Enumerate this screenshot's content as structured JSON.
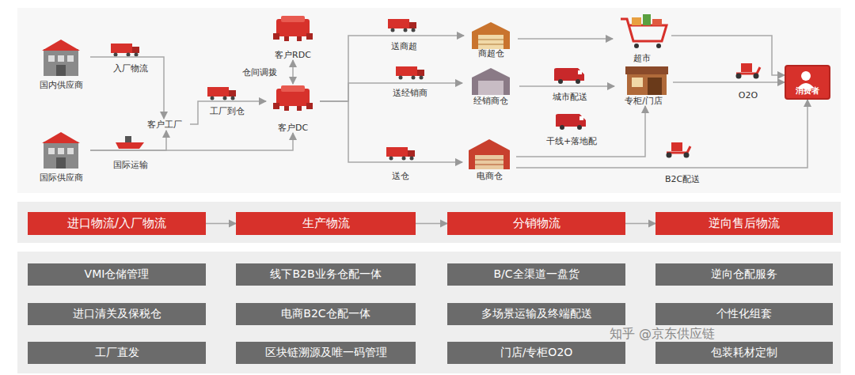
{
  "diagram": {
    "nodes": [
      {
        "text": [
          "国内供应商"
        ]
      },
      {
        "text": [
          "客户RDC"
        ]
      },
      {
        "text": [
          "客户工厂"
        ]
      },
      {
        "text": [
          "客户DC"
        ]
      },
      {
        "text": [
          "国际供应商"
        ]
      },
      {
        "text": [
          "商超仓"
        ]
      },
      {
        "text": [
          "经销商仓"
        ]
      },
      {
        "text": [
          "电商仓"
        ]
      },
      {
        "text": [
          "超市"
        ]
      },
      {
        "text": [
          "专柜/门店"
        ]
      },
      {
        "text": [
          "消费者"
        ]
      },
      {
        "text": [
          "进口物流/入厂物流"
        ]
      },
      {
        "text": [
          "生产物流"
        ]
      },
      {
        "text": [
          "分销物流"
        ]
      },
      {
        "text": [
          "逆向售后物流"
        ]
      },
      {
        "text": [
          "VMI仓储管理"
        ]
      },
      {
        "text": [
          "线下B2B业务仓配一体"
        ]
      },
      {
        "text": [
          "B/C全渠道一盘货"
        ]
      },
      {
        "text": [
          "逆向仓配服务"
        ]
      },
      {
        "text": [
          "进口清关及保税仓"
        ]
      },
      {
        "text": [
          "电商B2C仓配一体"
        ]
      },
      {
        "text": [
          "多场景运输及终端配送"
        ]
      },
      {
        "text": [
          "个性化组套"
        ]
      },
      {
        "text": [
          "工厂直发"
        ]
      },
      {
        "text": [
          "区块链溯源及唯一码管理"
        ]
      },
      {
        "text": [
          "门店/专柜O2O"
        ]
      },
      {
        "text": [
          "包装耗材定制"
        ]
      }
    ],
    "edges": [
      {
        "from": 0,
        "to": 2,
        "label": "入厂物流",
        "arrow": "to"
      },
      {
        "from": 4,
        "to": 2,
        "label": "国际运输",
        "arrow": "to"
      },
      {
        "from": 4,
        "to": 3,
        "arrow": "to"
      },
      {
        "from": 2,
        "to": 3,
        "label": "工厂到仓",
        "arrow": "to"
      },
      {
        "from": 1,
        "to": 3,
        "label": "仓间调拨",
        "arrow": "both"
      },
      {
        "from": 3,
        "to": 5,
        "label": "送商超",
        "arrow": "to"
      },
      {
        "from": 3,
        "to": 6,
        "label": "送经销商",
        "arrow": "to"
      },
      {
        "from": 3,
        "to": 7,
        "label": "送仓",
        "arrow": "to"
      },
      {
        "from": 5,
        "to": 8,
        "arrow": "to"
      },
      {
        "from": 6,
        "to": 9,
        "label": "城市配送",
        "arrow": "to"
      },
      {
        "from": 7,
        "to": 9,
        "label": "干线+落地配",
        "arrow": "to"
      },
      {
        "from": 7,
        "to": 10,
        "label": "B2C配送",
        "arrow": "to"
      },
      {
        "from": 8,
        "to": 10,
        "arrow": "to"
      },
      {
        "from": 9,
        "to": 10,
        "label": "O2O",
        "arrow": "to"
      },
      {
        "from": 11,
        "to": 12,
        "arrow": "to"
      },
      {
        "from": 12,
        "to": 13,
        "arrow": "to"
      },
      {
        "from": 13,
        "to": 14,
        "arrow": "to"
      }
    ],
    "labels": [
      "知乎 @京东供应链"
    ]
  }
}
